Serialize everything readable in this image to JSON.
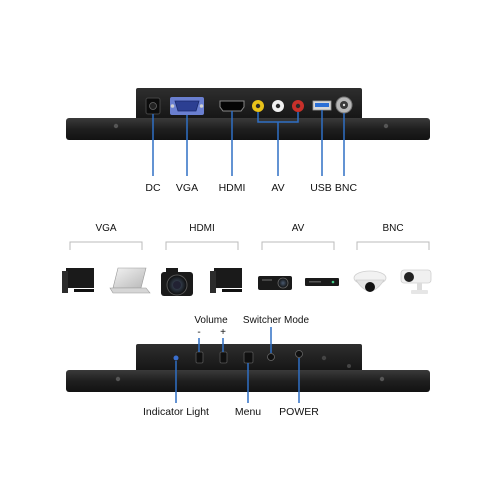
{
  "colors": {
    "connector_line": "#2f6fc4",
    "panel_dark": "#1c1c1c",
    "panel_mid": "#2a2a2a",
    "vga_port": "#3a57b8",
    "hdmi_port": "#0a0a0a",
    "av_yellow": "#e8c21a",
    "av_white": "#f0f0f0",
    "av_red": "#c8302a",
    "usb_port": "#2b6fd6",
    "bnc_metal": "#b8b8b8",
    "divider": "#bbbbbb"
  },
  "top_panel": {
    "port_labels": {
      "dc": "DC",
      "vga": "VGA",
      "hdmi": "HDMI",
      "av": "AV",
      "usb": "USB",
      "bnc": "BNC"
    }
  },
  "compat_row": {
    "groups": [
      {
        "label": "VGA",
        "devices": [
          "monitor-icon",
          "laptop-icon"
        ]
      },
      {
        "label": "HDMI",
        "devices": [
          "camera-icon",
          "monitor-icon"
        ]
      },
      {
        "label": "AV",
        "devices": [
          "projector-icon",
          "dvd-player-icon"
        ]
      },
      {
        "label": "BNC",
        "devices": [
          "dome-camera-icon",
          "bullet-camera-icon"
        ]
      }
    ]
  },
  "bottom_panel": {
    "volume_label": "Volume",
    "volume_minus": "-",
    "volume_plus": "+",
    "switcher_label": "Switcher Mode",
    "indicator_label": "Indicator Light",
    "menu_label": "Menu",
    "power_label": "POWER"
  }
}
